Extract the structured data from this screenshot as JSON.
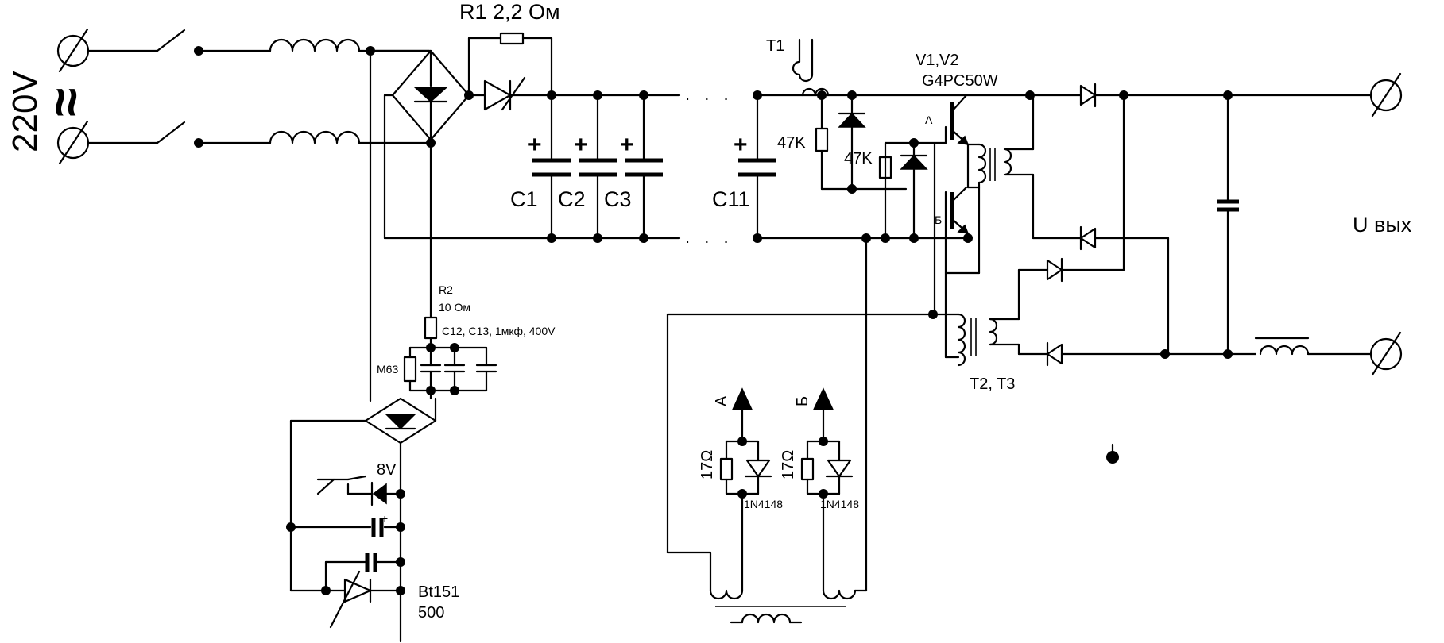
{
  "mains": {
    "voltage_label": "220V",
    "ac_symbol": "≈"
  },
  "components": {
    "r1": "R1 2,2 Ом",
    "t1": "T1",
    "transistors": "V1,V2",
    "transistor_model": "G4PC50W",
    "c1": "C1",
    "c2": "C2",
    "c3": "C3",
    "c11": "C11",
    "r_47k_a": "47K",
    "r_47k_b": "47K",
    "terminal_a": "A",
    "terminal_b": "Б",
    "r2": "R2",
    "r2_value": "10 Ом",
    "caps_c12_c13": "C12, C13, 1мкф, 400V",
    "m63": "M63",
    "zener": "8V",
    "thyristor": "Bt151",
    "thyristor_value": "500",
    "t2_t3": "T2, T3",
    "drive_a": "A",
    "drive_b": "Б",
    "r_17_a": "17Ω",
    "r_17_b": "17Ω",
    "diode_a": "1N4148",
    "diode_b": "1N4148"
  },
  "output": {
    "label": "U вых"
  }
}
